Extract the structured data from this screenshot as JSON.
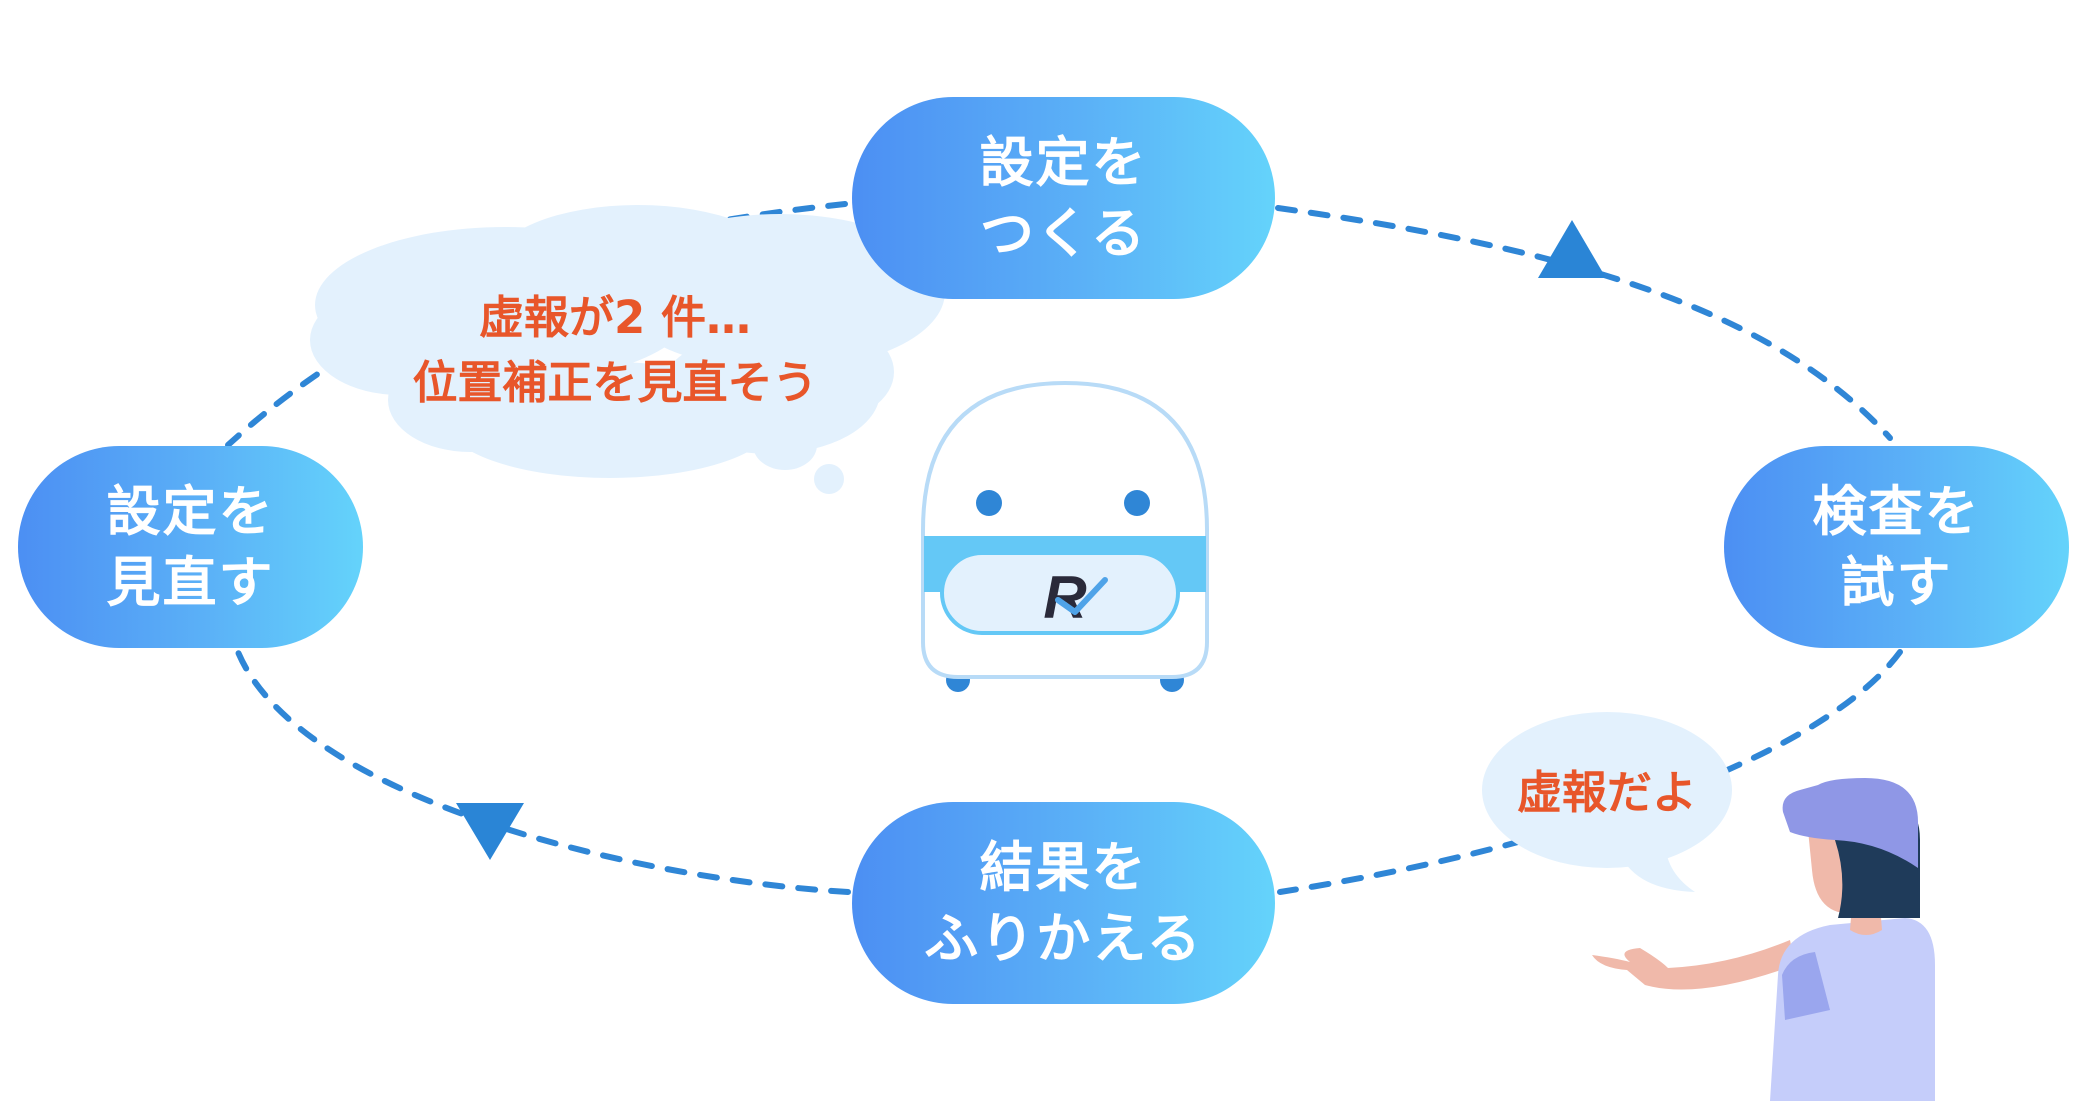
{
  "steps": {
    "create": {
      "line1": "設定を",
      "line2": "つくる"
    },
    "test": {
      "line1": "検査を",
      "line2": "試す"
    },
    "review_results": {
      "line1": "結果を",
      "line2": "ふりかえる"
    },
    "revise": {
      "line1": "設定を",
      "line2": "見直す"
    }
  },
  "robot_thought": {
    "line1": "虚報が2 件…",
    "line2": "位置補正を見直そう"
  },
  "person_speech": {
    "text": "虚報だよ"
  },
  "robot_badge": {
    "letter": "R"
  },
  "colors": {
    "pill_start": "#4c8ff3",
    "pill_end": "#64d3fb",
    "cycle_line": "#2f86d6",
    "arrow": "#2a85d6",
    "bubble": "#e3f1fd",
    "speech_text": "#e8562a"
  }
}
